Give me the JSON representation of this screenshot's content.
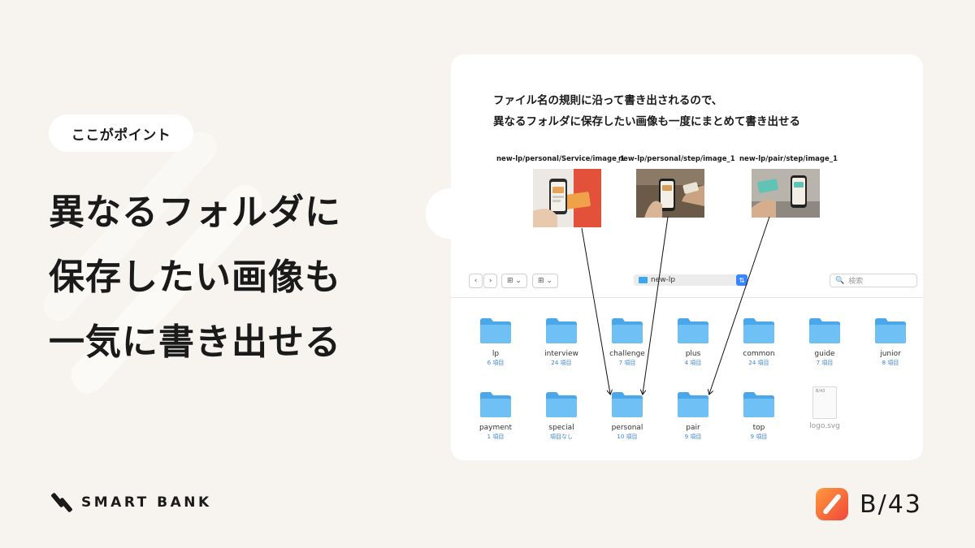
{
  "left": {
    "badge": "ここがポイント",
    "headline": [
      "異なるフォルダに",
      "保存したい画像も",
      "一気に書き出せる"
    ],
    "brand": "SMART BANK",
    "logo_text": "B/43"
  },
  "card": {
    "description": [
      "ファイル名の規則に沿って書き出されるので、",
      "異なるフォルダに保存したい画像も一度にまとめて書き出せる"
    ],
    "images": [
      {
        "path": "new-lp/personal/Service/image_1",
        "icon": "photo-phone-card-icon"
      },
      {
        "path": "new-lp/personal/step/image_1",
        "icon": "photo-phone-hands-icon"
      },
      {
        "path": "new-lp/pair/step/image_1",
        "icon": "photo-phone-pair-icon"
      }
    ],
    "toolbar": {
      "back": "‹",
      "forward": "›",
      "view_icon": "⊞ ⌄",
      "group_icon": "⊞ ⌄",
      "path": "new-lp",
      "sync_icon": "⇅",
      "search_placeholder": "検索",
      "search_icon": "🔍"
    },
    "folders_row1": [
      {
        "name": "lp",
        "count": "6 項目"
      },
      {
        "name": "interview",
        "count": "24 項目"
      },
      {
        "name": "challenge",
        "count": "7 項目"
      },
      {
        "name": "plus",
        "count": "4 項目"
      },
      {
        "name": "common",
        "count": "24 項目"
      },
      {
        "name": "guide",
        "count": "7 項目"
      },
      {
        "name": "junior",
        "count": "8 項目"
      }
    ],
    "folders_row2": [
      {
        "name": "payment",
        "count": "1 項目"
      },
      {
        "name": "special",
        "count": "項目なし"
      },
      {
        "name": "personal",
        "count": "10 項目"
      },
      {
        "name": "pair",
        "count": "9 項目"
      },
      {
        "name": "top",
        "count": "9 項目"
      }
    ],
    "svg_file": {
      "name": "logo.svg",
      "preview": "B/43"
    }
  },
  "colors": {
    "background": "#f7f4ef",
    "folder": "#5bb3f0",
    "accent": "#3a86ff",
    "logo_orange": "#f0473a"
  }
}
